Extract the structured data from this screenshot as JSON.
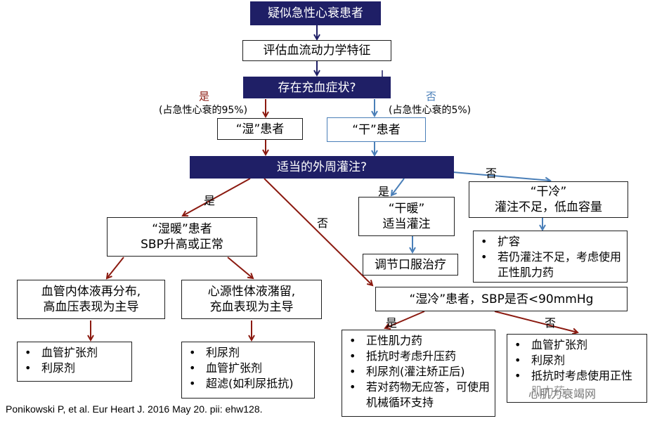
{
  "nodes": {
    "suspect": "疑似急性心衰患者",
    "assess": "评估血流动力学特征",
    "congestion": "存在充血症状?",
    "wet": "“湿”患者",
    "dry": "“干”患者",
    "perfusion": "适当的外周灌注?",
    "warm_wet_l1": "“湿暖”患者",
    "warm_wet_l2": "SBP升高或正常",
    "dry_warm_l1": "“干暖”",
    "dry_warm_l2": "适当灌注",
    "oral": "调节口服治疗",
    "dry_cold_l1": "“干冷”",
    "dry_cold_l2": "灌注不足，低血容量",
    "vascular_l1": "血管内体液再分布,",
    "vascular_l2": "高血压表现为主导",
    "cardiac_l1": "心源性体液潴留,",
    "cardiac_l2": "充血表现为主导",
    "wet_cold": "“湿冷”患者，SBP是否<90mmHg"
  },
  "labels": {
    "yes1": "是",
    "yes1_sub": "(占急性心衰的95%)",
    "no1": "否",
    "no1_sub": "(占急性心衰的5%)",
    "yes2_left": "是",
    "no2_mid": "否",
    "yes2_dry": "是",
    "no2_right": "否",
    "yes3": "是",
    "no3": "否"
  },
  "lists": {
    "dry_cold": [
      "扩容",
      "若仍灌注不足，考虑使用正性肌力药"
    ],
    "vascular": [
      "血管扩张剂",
      "利尿剂"
    ],
    "cardiac": [
      "利尿剂",
      "血管扩张剂",
      "超滤(如利尿抵抗)"
    ],
    "wet_cold_yes": [
      "正性肌力药",
      "抵抗时考虑升压药",
      "利尿剂(灌注矫正后)",
      "若对药物无应答，可使用机械循环支持"
    ],
    "wet_cold_no": [
      "血管扩张剂",
      "利尿剂",
      "抵抗时考虑使用正性肌力药"
    ]
  },
  "citation": "Ponikowski P, et al. Eur Heart J. 2016 May 20. pii: ehw128.",
  "watermark": "心肌力衰竭网",
  "colors": {
    "navy": "#1f1f66",
    "red_arrow": "#8b1a10",
    "blue_arrow": "#4a7fb8"
  }
}
